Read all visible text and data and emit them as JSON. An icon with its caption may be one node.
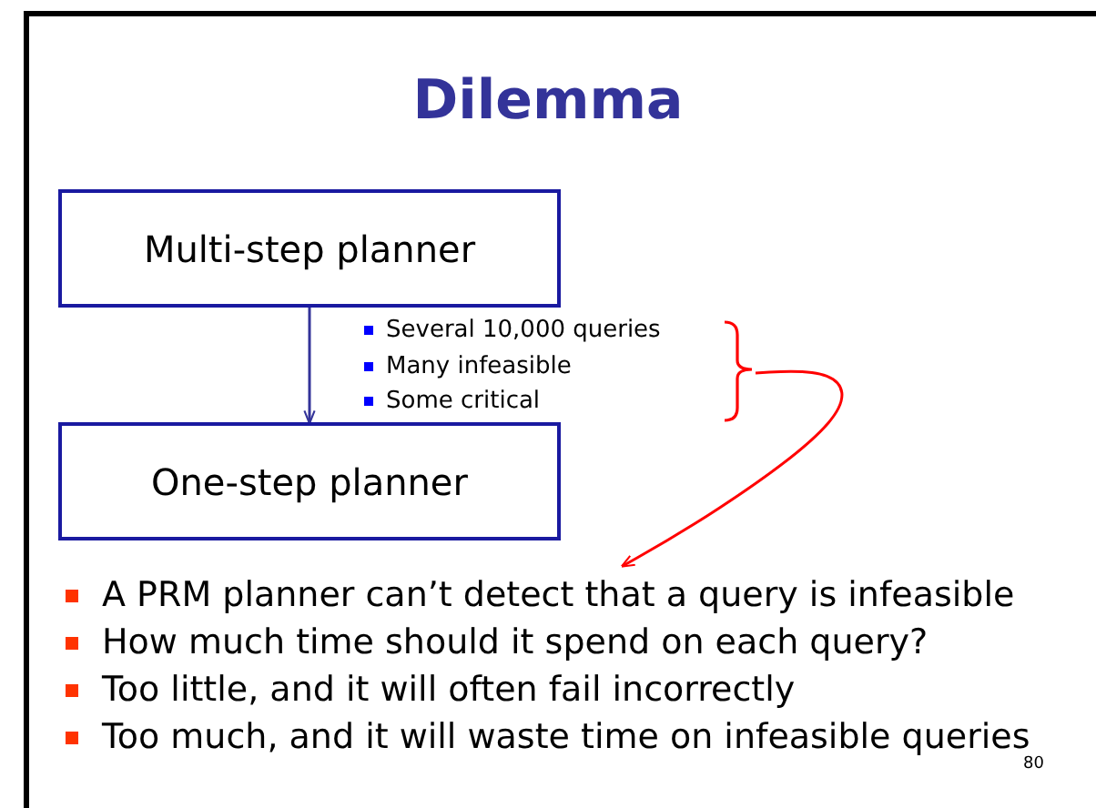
{
  "diagram": {
    "title": "Dilemma",
    "nodes": [
      {
        "text": [
          "Multi-step planner"
        ]
      },
      {
        "text": [
          "One-step planner"
        ]
      },
      {
        "text": [
          "Several 10,000 queries",
          "Many infeasible",
          "Some critical"
        ]
      },
      {
        "text": [
          "A PRM planner can’t detect that a query is infeasible",
          "How much time should it spend on each query?",
          "Too little, and it will often fail incorrectly",
          "Too much, and it will waste time on infeasible queries"
        ]
      }
    ],
    "edges": [
      {
        "from": 0,
        "to": 1,
        "arrow": "to"
      },
      {
        "from": 2,
        "to": 3,
        "arrow": "to",
        "color": "#ff0000"
      }
    ],
    "labels": [
      "80"
    ]
  }
}
